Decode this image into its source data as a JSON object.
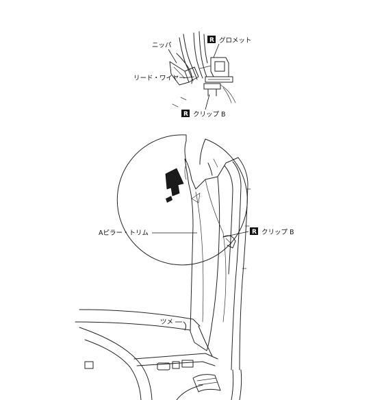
{
  "diagram": {
    "labels": {
      "grommet": "グロメット",
      "nippa": "ニッパ",
      "lead_wire": "リード・ワイヤー",
      "clip_b_detail": "クリップ B",
      "a_pillar_trim": "Aピラー・トリム",
      "clip_b_main": "クリップ B",
      "claw": "ツメ"
    },
    "tag": "R",
    "colors": {
      "line": "#222222",
      "tag_bg": "#111111",
      "tag_fg": "#ffffff",
      "arrow_fill": "#1a1a1a"
    }
  }
}
